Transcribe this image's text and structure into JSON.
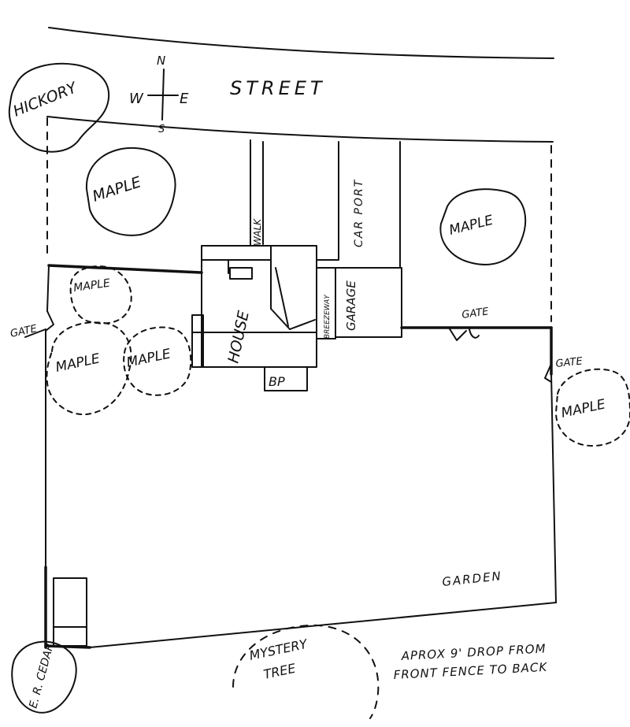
{
  "colors": {
    "ink": "#111111",
    "paper": "#ffffff"
  },
  "compass": {
    "north": "N",
    "south": "S",
    "west": "W",
    "east": "E"
  },
  "street": {
    "label": "STREET"
  },
  "trees": {
    "hickory": "HICKORY",
    "maple_front_left": "MAPLE",
    "maple_front_right": "MAPLE",
    "maple_small": "MAPLE",
    "maple_left": "MAPLE",
    "maple_center": "MAPLE",
    "maple_side": "MAPLE",
    "mystery_line1": "MYSTERY",
    "mystery_line2": "TREE",
    "cedar": "E. R. CEDAR"
  },
  "structures": {
    "walk": "WALK",
    "carport": "CAR PORT",
    "house": "HOUSE",
    "breezeway": "BREEZEWAY",
    "garage": "GARAGE",
    "bp": "BP"
  },
  "gates": {
    "left": "GATE",
    "middle": "GATE",
    "right": "GATE"
  },
  "garden": "GARDEN",
  "note": {
    "line1": "APROX  9'  DROP FROM",
    "line2": "FRONT  FENCE  TO BACK"
  }
}
